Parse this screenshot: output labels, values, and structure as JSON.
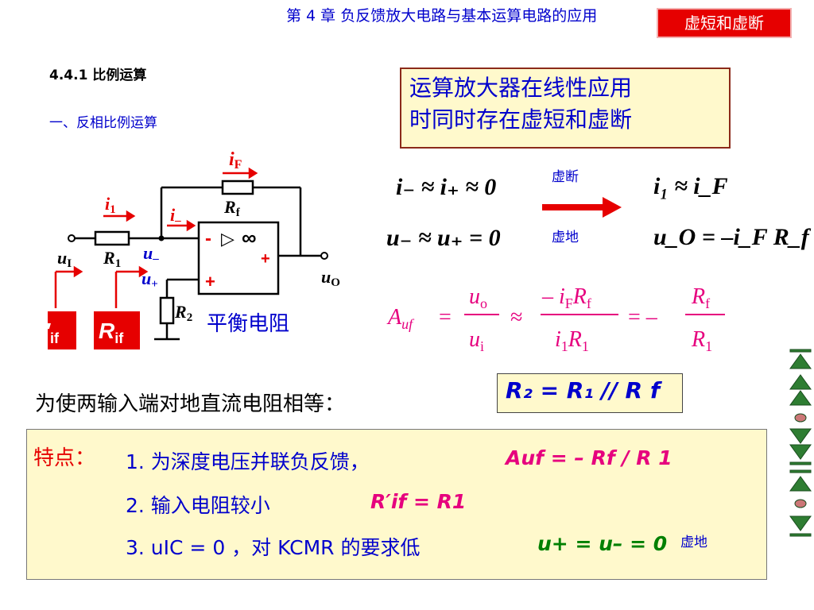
{
  "header": {
    "chapter": "第 4 章   负反馈放大电路与基本运算电路的应用",
    "nav_button": "虚短和虚断"
  },
  "section": {
    "heading": "4.4.1  比例运算",
    "subheading": "一、反相比例运算"
  },
  "key_box": {
    "line1": "运算放大器在线性应用",
    "line2": "时同时存在虚短和虚断"
  },
  "circuit": {
    "labels": {
      "iF": "i",
      "iF_sub": "F",
      "Rf": "R",
      "Rf_sub": "f",
      "i1": "i",
      "i1_sub": "1",
      "iminus": "i",
      "iminus_sub": "–",
      "uminus": "u",
      "uminus_sub": "–",
      "uplus": "u",
      "uplus_sub": "+",
      "uI": "u",
      "uI_sub": "I",
      "R1": "R",
      "R1_sub": "1",
      "R2": "R",
      "R2_sub": "2",
      "uO": "u",
      "uO_sub": "O",
      "minus": "-",
      "plus": "+",
      "inf": "∞",
      "tri": "▷",
      "out_plus": "+"
    },
    "balance_label": "平衡电阻",
    "badge_rprime": "R′",
    "badge_rprime_sub": "if",
    "badge_r": "R",
    "badge_r_sub": "if"
  },
  "formulas": {
    "f1": "i₋ ≈ i₊ ≈ 0",
    "f2": "u₋ ≈ u₊ = 0",
    "f3": "i₁ ≈ i_F",
    "f4": "u_O = –i_F R_f",
    "note_duan": "虚断",
    "note_di": "虚地",
    "gain": {
      "lhs": "A",
      "lhs_sub": "uf",
      "eq": "=",
      "approx": "≈",
      "num1": "u",
      "num1_sub": "o",
      "den1": "u",
      "den1_sub": "i",
      "num2": "– i",
      "num2_sub": "F",
      "num2_r": "R",
      "num2_r_sub": "f",
      "den2": "i",
      "den2_sub": "1",
      "den2_r": "R",
      "den2_r_sub": "1",
      "neg": "= –",
      "num3": "R",
      "num3_sub": "f",
      "den3": "R",
      "den3_sub": "1"
    }
  },
  "ground_text": "为使两输入端对地直流电阻相等：",
  "r2_box": "R₂ = R₁ // R f",
  "features": {
    "label": "特点：",
    "item1": "1. 为深度电压并联负反馈，",
    "item1_formula": "Auf = – Rf / R 1",
    "item2": "2. 输入电阻较小",
    "item2_formula": "R′if = R1",
    "item3": "3. uIC = 0 ，对 KCMR 的要求低",
    "item3_formula": "u+ = u– = 0",
    "item3_note": "虚地"
  },
  "colors": {
    "blue": "#0000cc",
    "magenta": "#e6007e",
    "red": "#e60000",
    "box_fill": "#fff9cc",
    "green": "#008000",
    "nav_green": "#2e7d32"
  }
}
